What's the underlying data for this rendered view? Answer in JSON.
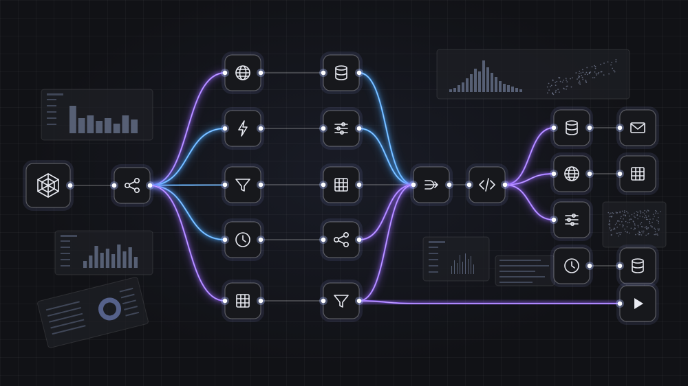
{
  "colors": {
    "background": "#111216",
    "link_blue": "#4fa8ff",
    "link_violet": "#9a6bff",
    "node_border": "#5a5d66",
    "icon": "#e9ebf2"
  },
  "nodes": [
    {
      "id": "source",
      "icon": "hexagon-icon"
    },
    {
      "id": "split",
      "icon": "share-icon"
    },
    {
      "id": "c1r1",
      "icon": "globe-icon"
    },
    {
      "id": "c1r2",
      "icon": "lightning-icon"
    },
    {
      "id": "c1r3",
      "icon": "filter-icon"
    },
    {
      "id": "c1r4",
      "icon": "clock-icon"
    },
    {
      "id": "c1r5",
      "icon": "grid-icon"
    },
    {
      "id": "c2r1",
      "icon": "database-icon"
    },
    {
      "id": "c2r2",
      "icon": "sliders-icon"
    },
    {
      "id": "c2r3",
      "icon": "grid-icon"
    },
    {
      "id": "c2r4",
      "icon": "share-icon"
    },
    {
      "id": "c2r5",
      "icon": "filter-icon"
    },
    {
      "id": "merge",
      "icon": "merge-icon"
    },
    {
      "id": "code",
      "icon": "code-icon"
    },
    {
      "id": "o1",
      "icon": "database-icon"
    },
    {
      "id": "o2",
      "icon": "globe-icon"
    },
    {
      "id": "o3",
      "icon": "sliders-icon"
    },
    {
      "id": "o4",
      "icon": "clock-icon"
    },
    {
      "id": "e1",
      "icon": "mail-icon"
    },
    {
      "id": "e2",
      "icon": "grid-icon"
    },
    {
      "id": "e4",
      "icon": "database-icon"
    },
    {
      "id": "play",
      "icon": "play-icon"
    }
  ],
  "links": [
    {
      "from": "source",
      "to": "split",
      "color": "blue"
    },
    {
      "from": "split",
      "to": "c1r1",
      "color": "violet"
    },
    {
      "from": "split",
      "to": "c1r2",
      "color": "blue"
    },
    {
      "from": "split",
      "to": "c1r3",
      "color": "blue"
    },
    {
      "from": "split",
      "to": "c1r4",
      "color": "blue"
    },
    {
      "from": "split",
      "to": "c1r5",
      "color": "violet"
    },
    {
      "from": "c1r1",
      "to": "c2r1",
      "color": "violet"
    },
    {
      "from": "c1r2",
      "to": "c2r2",
      "color": "violet"
    },
    {
      "from": "c1r3",
      "to": "c2r3",
      "color": "violet"
    },
    {
      "from": "c1r4",
      "to": "c2r4",
      "color": "violet"
    },
    {
      "from": "c1r5",
      "to": "c2r5",
      "color": "violet"
    },
    {
      "from": "c2r1",
      "to": "merge",
      "color": "blue"
    },
    {
      "from": "c2r2",
      "to": "merge",
      "color": "blue"
    },
    {
      "from": "c2r3",
      "to": "merge",
      "color": "blue"
    },
    {
      "from": "c2r4",
      "to": "merge",
      "color": "violet"
    },
    {
      "from": "c2r5",
      "to": "merge",
      "color": "violet"
    },
    {
      "from": "c2r5",
      "to": "play",
      "color": "violet"
    },
    {
      "from": "merge",
      "to": "code",
      "color": "blue"
    },
    {
      "from": "code",
      "to": "o1",
      "color": "violet"
    },
    {
      "from": "code",
      "to": "o2",
      "color": "violet"
    },
    {
      "from": "code",
      "to": "o3",
      "color": "violet"
    },
    {
      "from": "o1",
      "to": "e1",
      "color": "blue"
    },
    {
      "from": "o2",
      "to": "e2",
      "color": "blue"
    },
    {
      "from": "o4",
      "to": "e4",
      "color": "blue"
    }
  ],
  "background_panels": [
    {
      "id": "bar-panel-left-top",
      "kind": "bar-chart"
    },
    {
      "id": "bar-panel-left-bottom",
      "kind": "bar-chart"
    },
    {
      "id": "phone-dashboard",
      "kind": "dashboard"
    },
    {
      "id": "histogram-scatter-panel",
      "kind": "histogram-scatter"
    },
    {
      "id": "bar-panel-center-bottom",
      "kind": "bar-chart"
    },
    {
      "id": "list-panel-center-bottom",
      "kind": "list"
    },
    {
      "id": "world-map-panel",
      "kind": "map"
    }
  ]
}
